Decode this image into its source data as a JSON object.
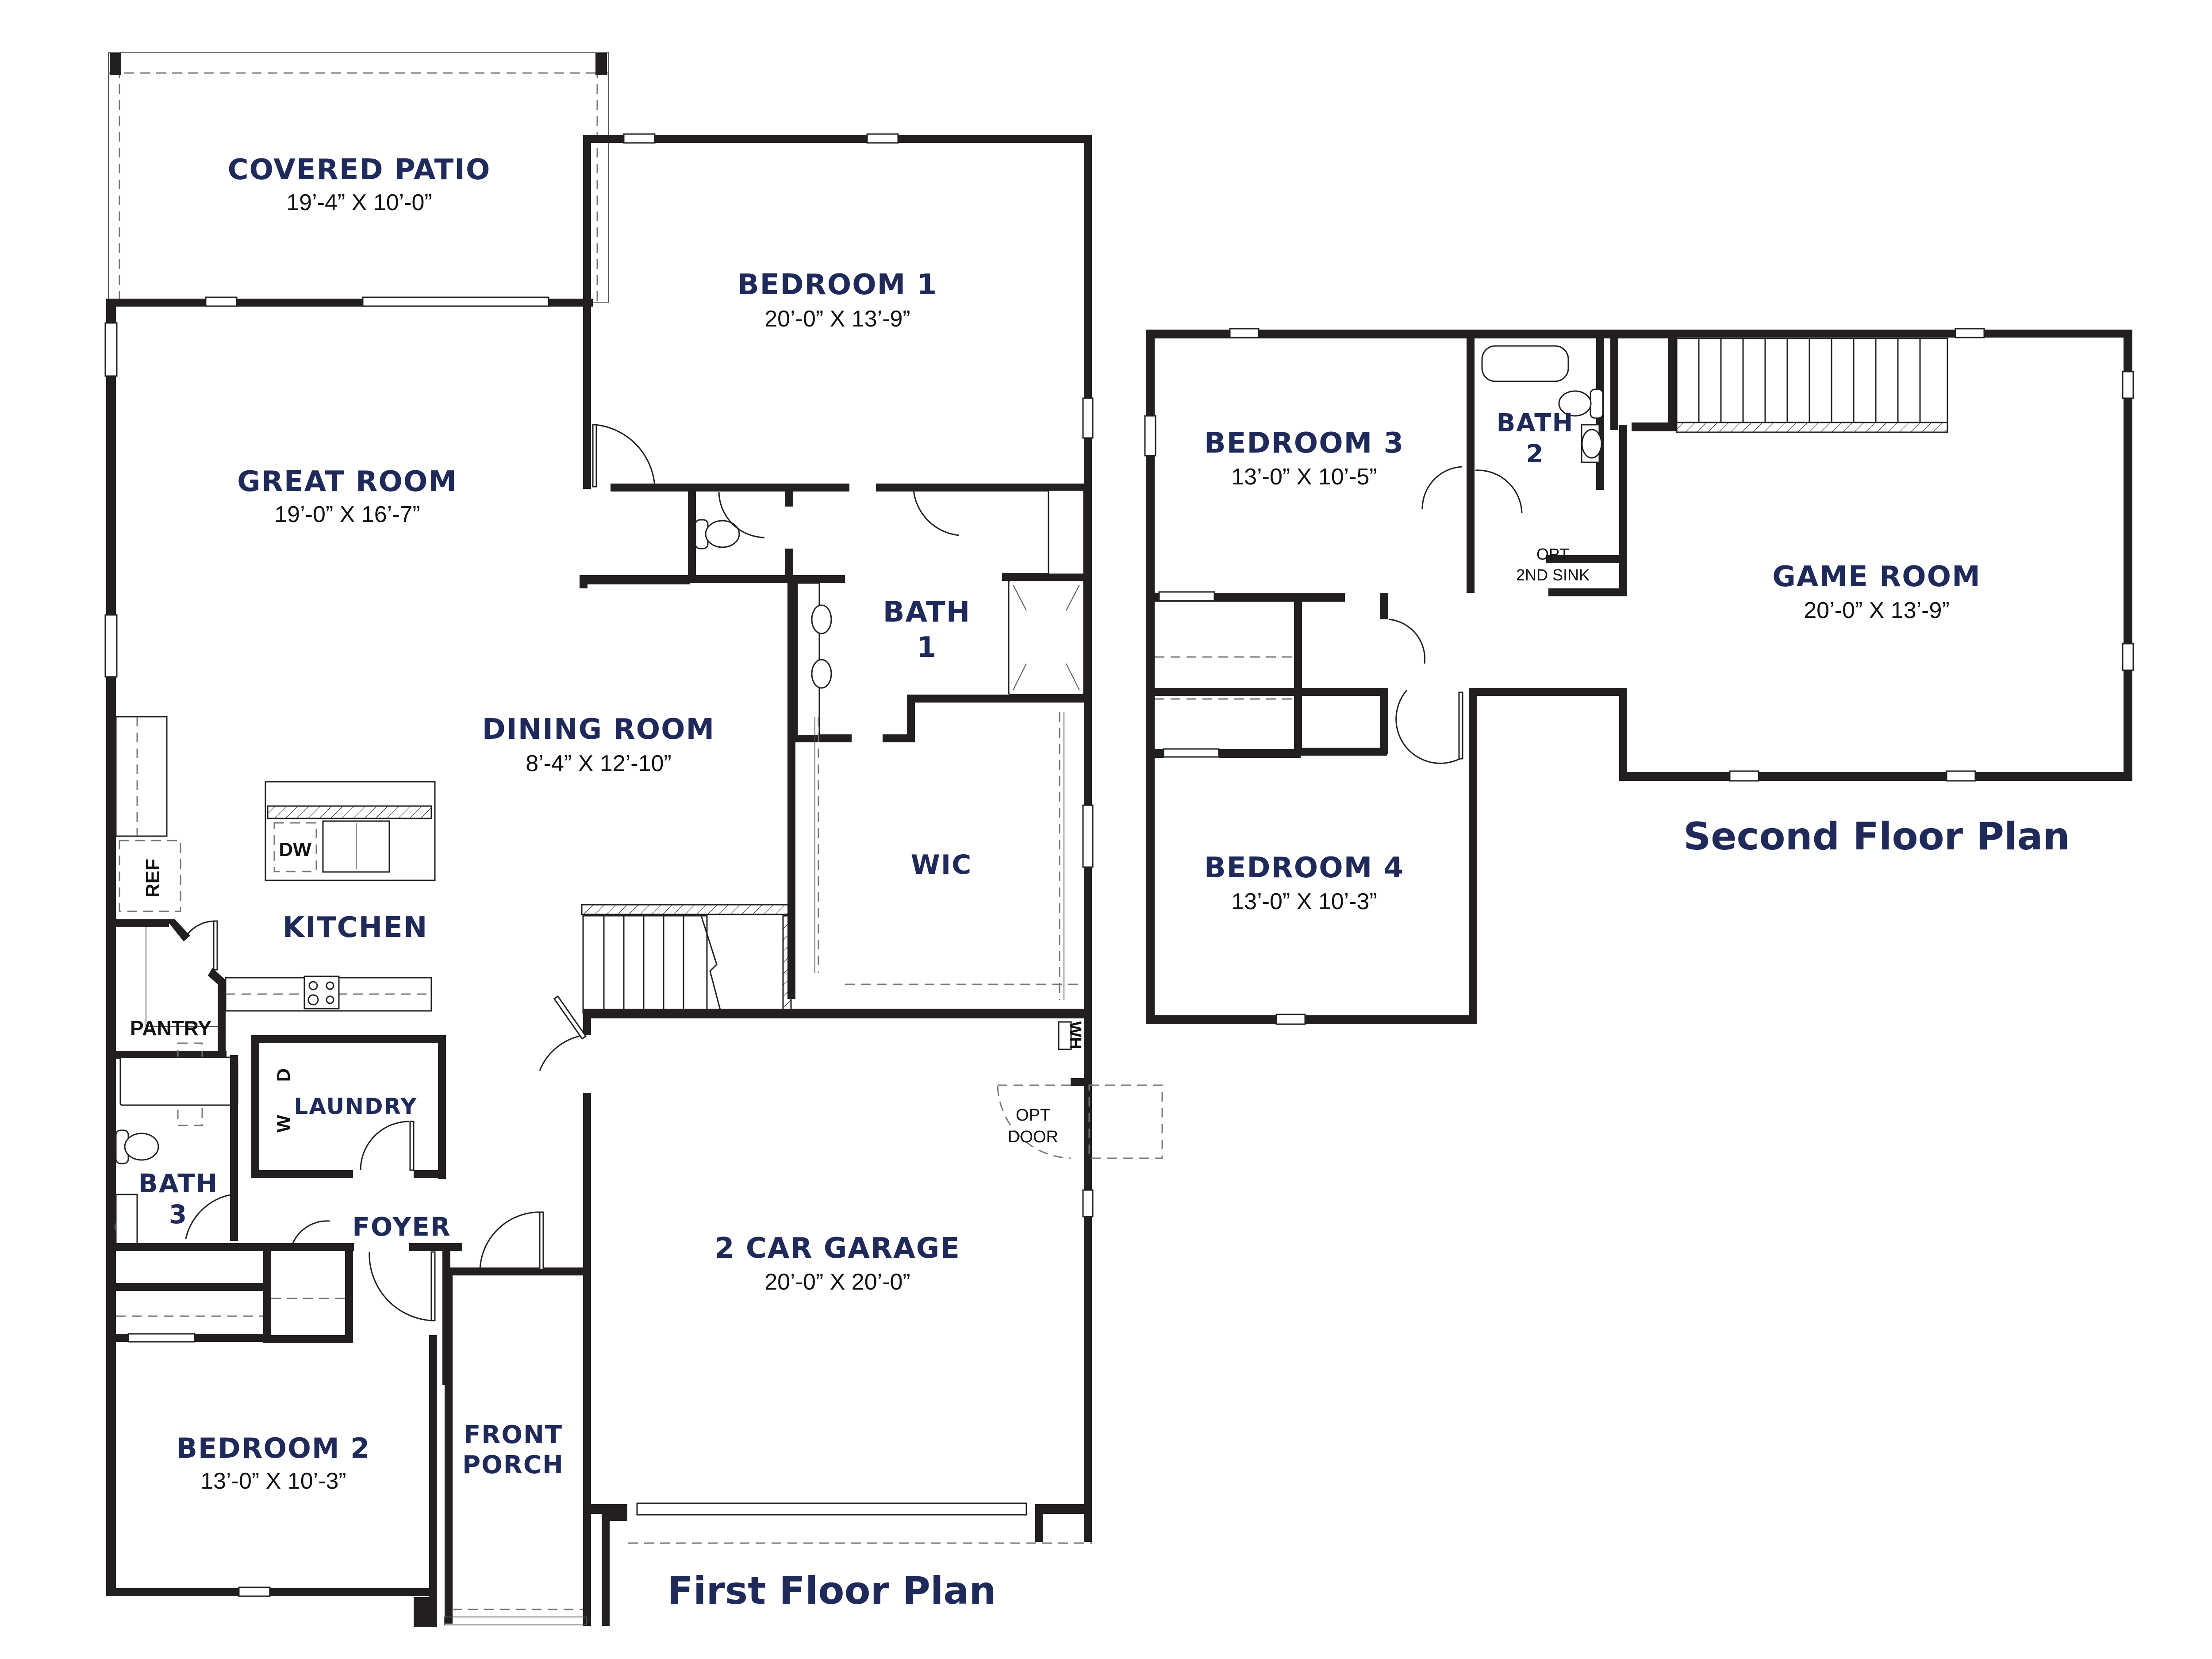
{
  "colors": {
    "label": "#1f2a5a",
    "wall": "#231f20",
    "background": "#ffffff"
  },
  "first_floor": {
    "title": "First Floor Plan",
    "rooms": {
      "covered_patio": {
        "name": "COVERED PATIO",
        "dims": "19’-4” X 10’-0”"
      },
      "bedroom_1": {
        "name": "BEDROOM 1",
        "dims": "20’-0” X 13’-9”"
      },
      "great_room": {
        "name": "GREAT ROOM",
        "dims": "19’-0” X 16’-7”"
      },
      "bath_1": {
        "name_line1": "BATH",
        "name_line2": "1"
      },
      "dining_room": {
        "name": "DINING ROOM",
        "dims": "8’-4” X 12’-10”"
      },
      "wic": {
        "name": "WIC"
      },
      "kitchen": {
        "name": "KITCHEN"
      },
      "pantry": {
        "name": "PANTRY"
      },
      "laundry": {
        "name": "LAUNDRY"
      },
      "bath_3": {
        "name_line1": "BATH",
        "name_line2": "3"
      },
      "foyer": {
        "name": "FOYER"
      },
      "garage": {
        "name": "2 CAR GARAGE",
        "dims": "20’-0” X 20’-0”"
      },
      "bedroom_2": {
        "name": "BEDROOM 2",
        "dims": "13’-0” X 10’-3”"
      },
      "front_porch": {
        "name_line1": "FRONT",
        "name_line2": "PORCH"
      }
    },
    "fixtures": {
      "dishwasher": "DW",
      "refrigerator": "REF",
      "washer": "W",
      "dryer": "D",
      "water_heater": "WH",
      "opt_door_line1": "OPT",
      "opt_door_line2": "DOOR"
    }
  },
  "second_floor": {
    "title": "Second Floor Plan",
    "rooms": {
      "bedroom_3": {
        "name": "BEDROOM 3",
        "dims": "13’-0” X 10’-5”"
      },
      "bath_2": {
        "name_line1": "BATH",
        "name_line2": "2"
      },
      "game_room": {
        "name": "GAME ROOM",
        "dims": "20’-0” X 13’-9”"
      },
      "bedroom_4": {
        "name": "BEDROOM 4",
        "dims": "13’-0” X 10’-3”"
      }
    },
    "fixtures": {
      "opt_sink_line1": "OPT",
      "opt_sink_line2": "2ND SINK"
    }
  }
}
